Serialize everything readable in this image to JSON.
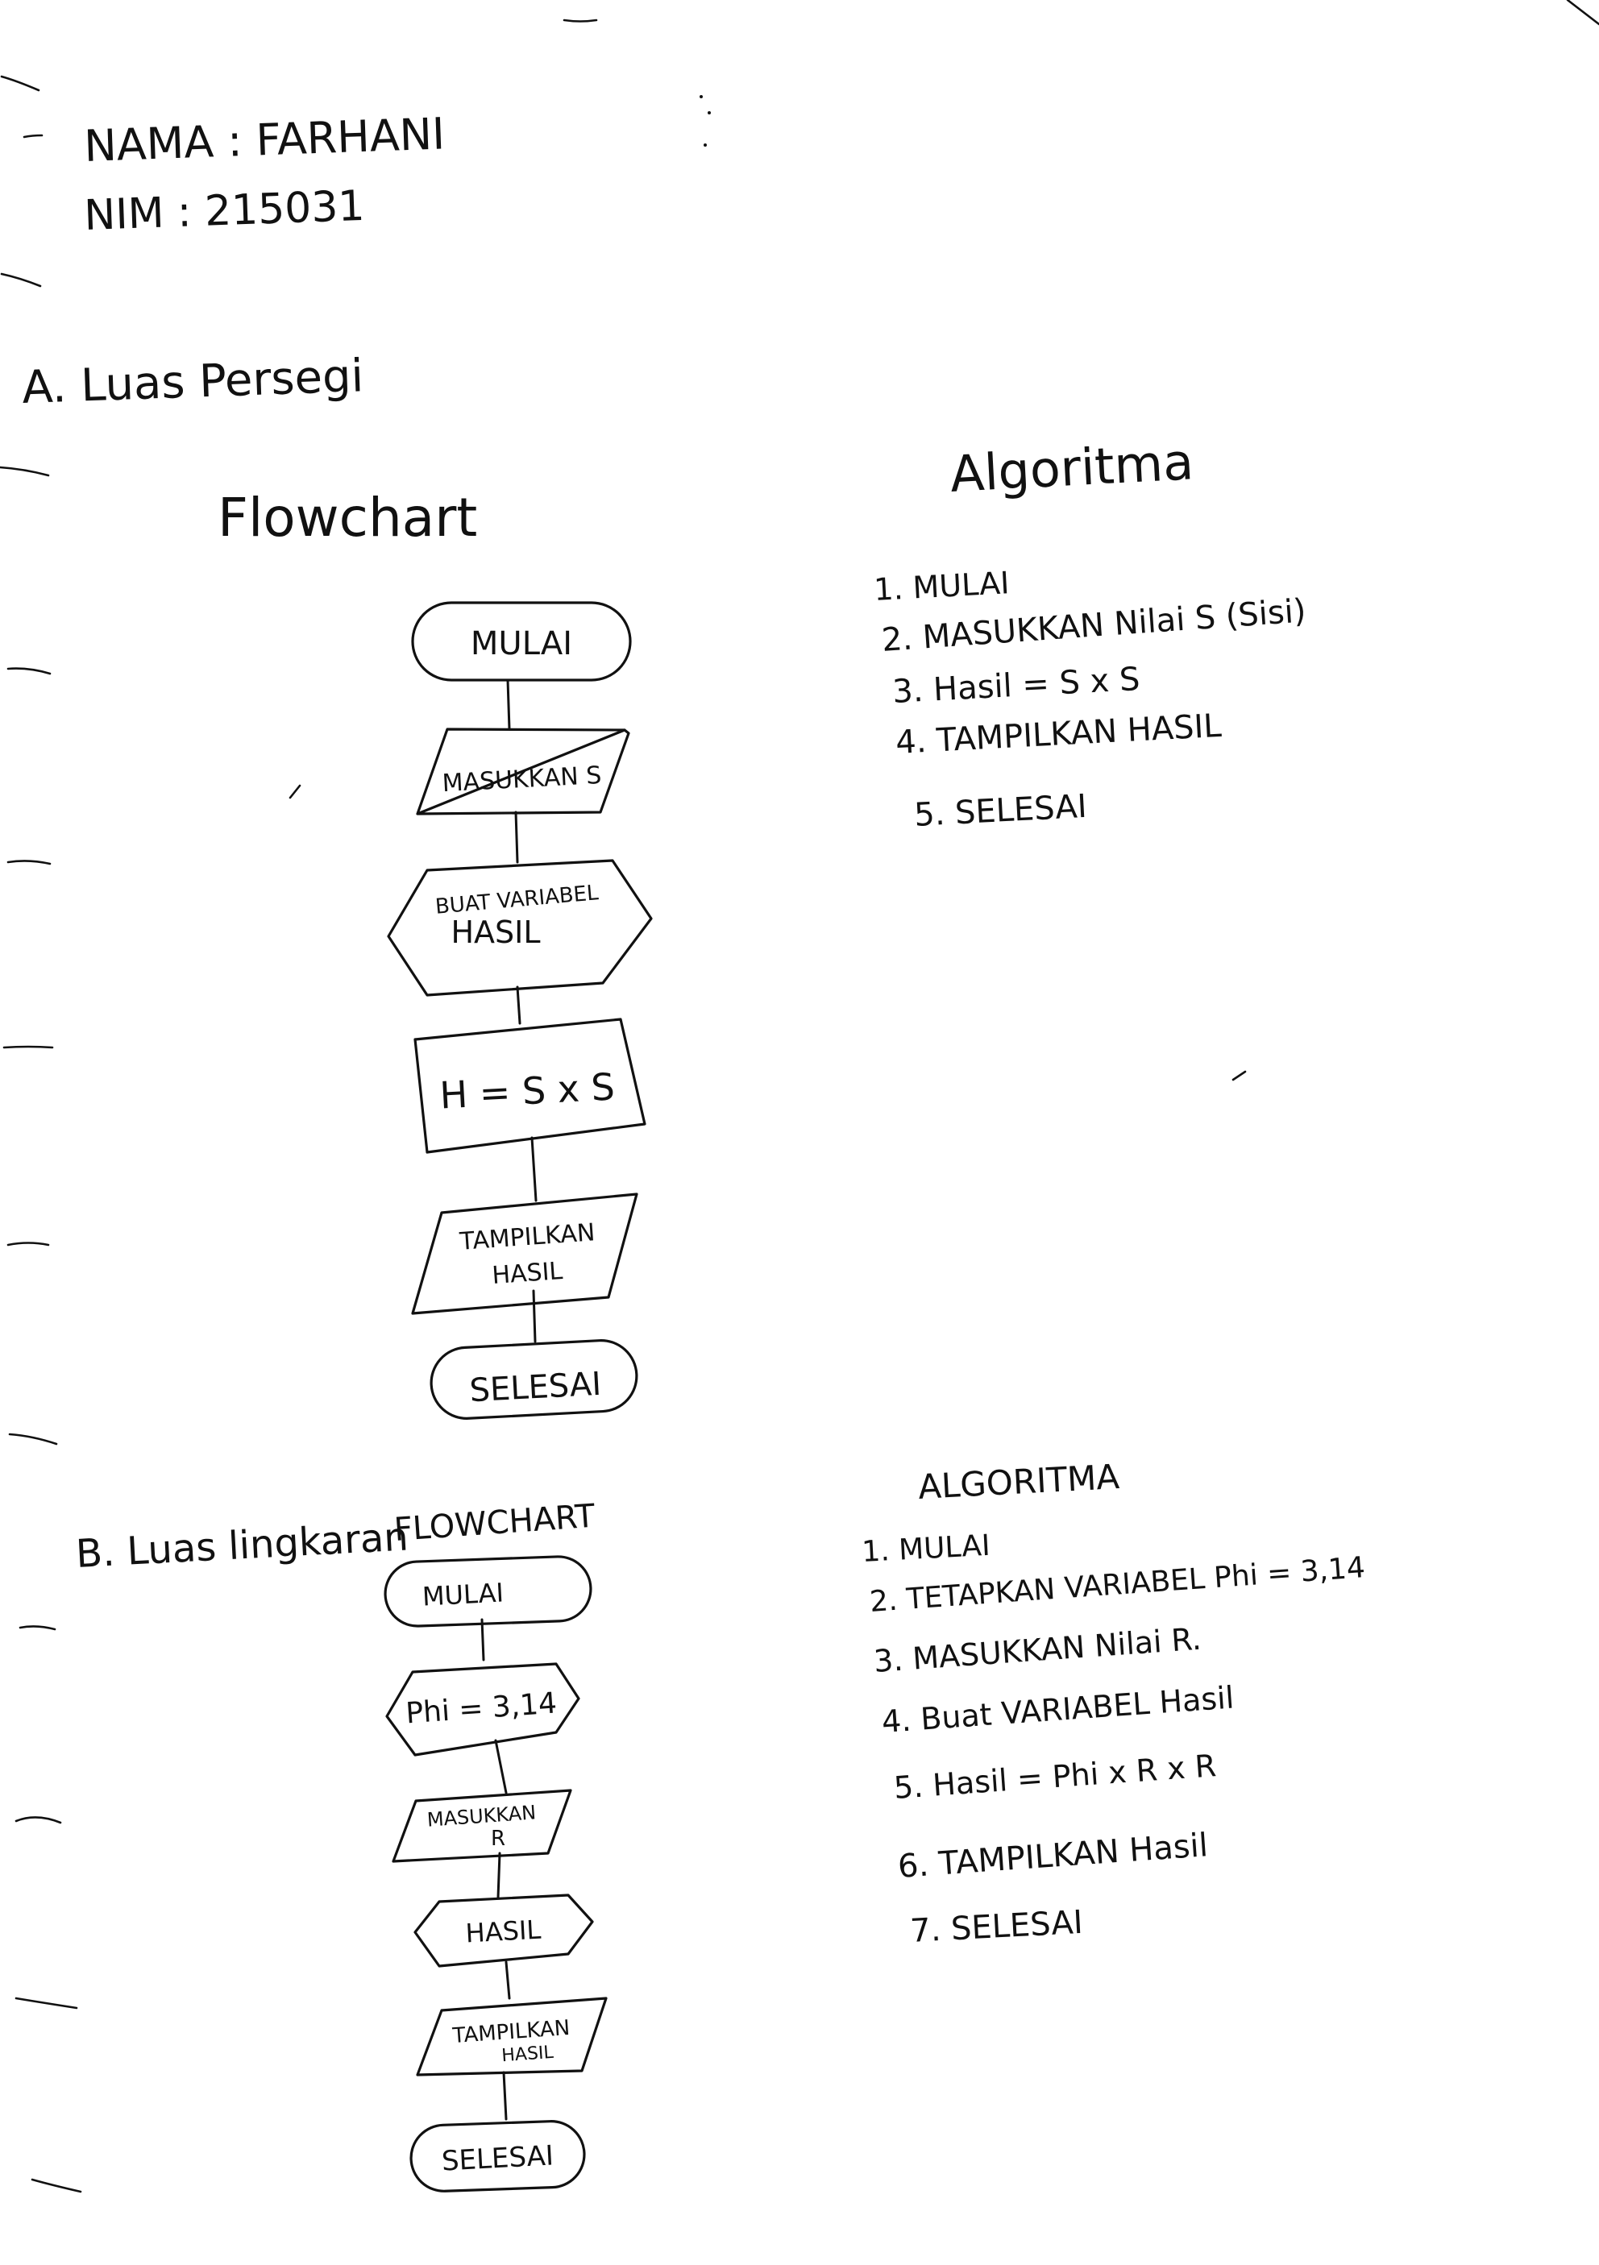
{
  "header": {
    "nama": "NAMA : FARHANI",
    "nim": "NIM   : 215031"
  },
  "section_a": {
    "title": "A. Luas Persegi",
    "flowchart_label": "Flowchart",
    "algorithm_label": "Algoritma",
    "flow": {
      "start": "MULAI",
      "input": "MASUKKAN S",
      "prep_line1": "BUAT VARIABEL",
      "prep_line2": "HASIL",
      "process": "H = S x S",
      "output_line1": "TAMPILKAN",
      "output_line2": "HASIL",
      "end": "SELESAI"
    },
    "steps": [
      "1. MULAI",
      "2. MASUKKAN Nilai S (Sisi)",
      "3. Hasil = S x S",
      "4. TAMPILKAN HASIL",
      "5. SELESAI"
    ]
  },
  "section_b": {
    "title": "B. Luas lingkaran",
    "flowchart_label": "FLOWCHART",
    "algorithm_label": "ALGORITMA",
    "flow": {
      "start": "MULAI",
      "prep": "Phi = 3,14",
      "input_line1": "MASUKKAN",
      "input_line2": "R",
      "prep2": "HASIL",
      "output_line1": "TAMPILKAN",
      "output_line2": "HASIL",
      "end": "SELESAI"
    },
    "steps": [
      "1. MULAI",
      "2. TETAPKAN VARIABEL Phi = 3,14",
      "3. MASUKKAN Nilai R.",
      "4. Buat VARIABEL Hasil",
      "5. Hasil = Phi x R x R",
      "6. TAMPILKAN Hasil",
      "7. SELESAI"
    ]
  }
}
